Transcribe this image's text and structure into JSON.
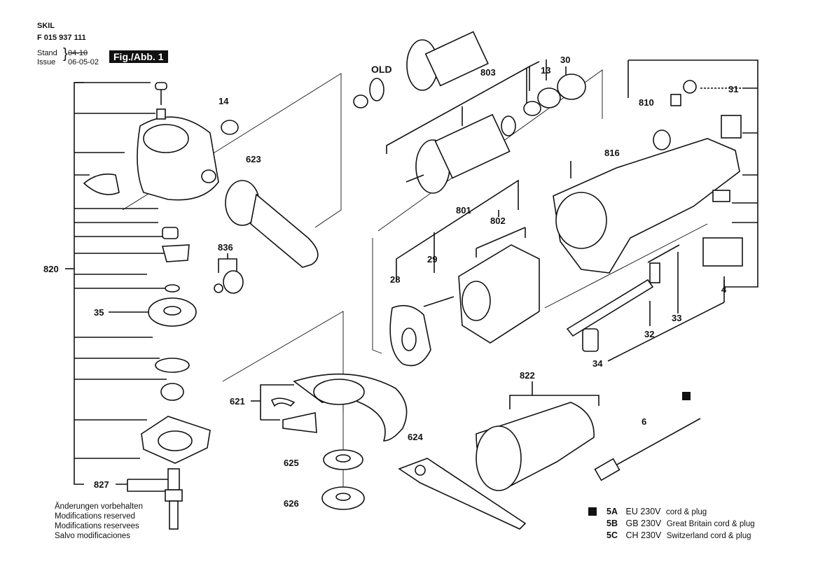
{
  "header": {
    "brand": "SKIL",
    "part_number": "F 015 937 111",
    "stand_label": "Stand",
    "issue_label": "Issue",
    "stand_value": "04-10",
    "issue_value": "06-05-02",
    "figure_label": "Fig./Abb. 1"
  },
  "labels": {
    "old": "OLD",
    "p803": "803",
    "p13": "13",
    "p30": "30",
    "p31": "31",
    "p14": "14",
    "p623": "623",
    "p810": "810",
    "p816": "816",
    "p801": "801",
    "p802": "802",
    "p836": "836",
    "p29": "29",
    "p28": "28",
    "p820": "820",
    "p35": "35",
    "p33": "33",
    "p32": "32",
    "p4": "4",
    "p34": "34",
    "p822": "822",
    "p621": "621",
    "p624": "624",
    "p625": "625",
    "p626": "626",
    "p827": "827",
    "p6": "6"
  },
  "notes": [
    "Änderungen vorbehalten",
    "Modifications reserved",
    "Modifications reservees",
    "Salvo modificaciones"
  ],
  "legend": [
    {
      "code": "5A",
      "voltage": "EU 230V",
      "desc": "cord & plug"
    },
    {
      "code": "5B",
      "voltage": "GB 230V",
      "desc": "Great Britain cord & plug"
    },
    {
      "code": "5C",
      "voltage": "CH 230V",
      "desc": "Switzerland cord & plug"
    }
  ]
}
